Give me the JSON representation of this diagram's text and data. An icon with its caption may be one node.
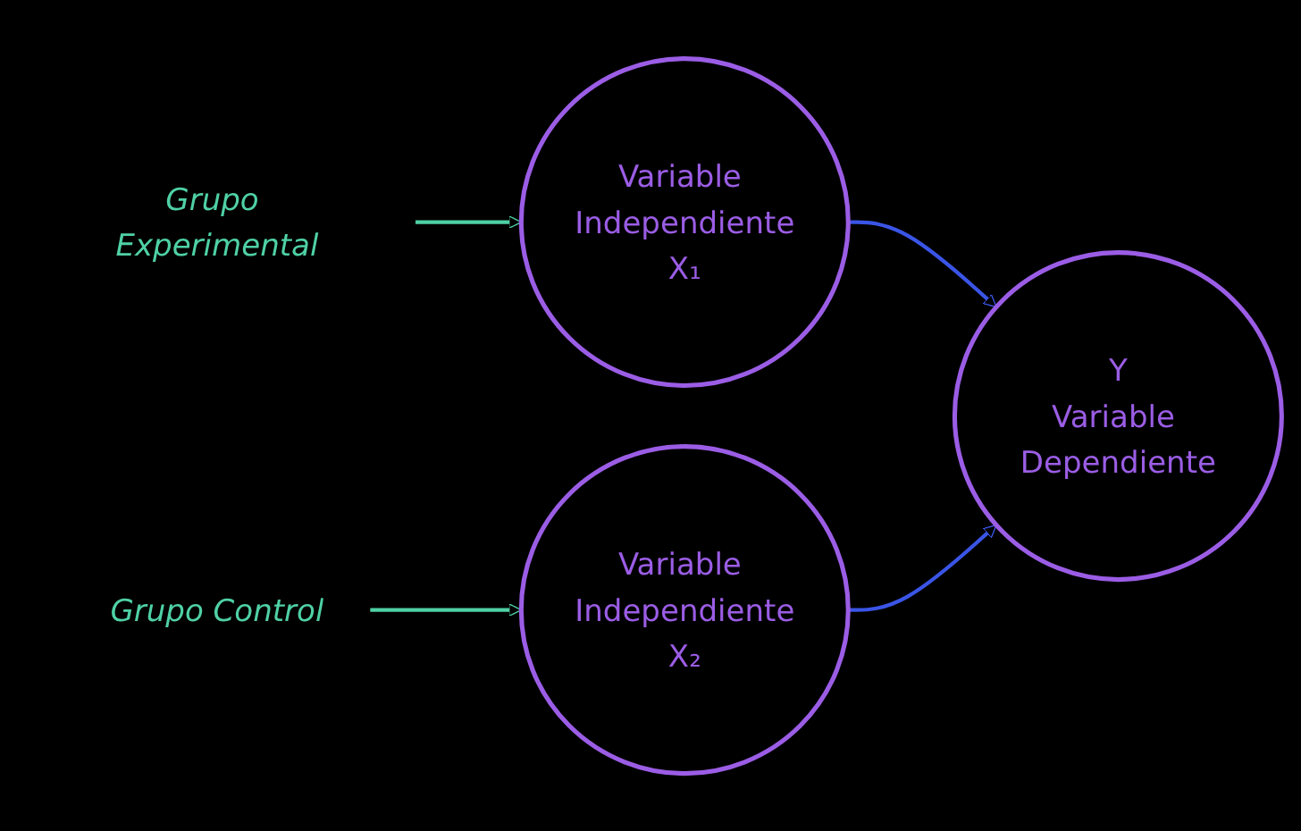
{
  "diagram": {
    "nodes": [
      {
        "text": [
          "Grupo Experimental"
        ]
      },
      {
        "text": [
          "Variable Independiente",
          "X₁"
        ]
      },
      {
        "text": [
          "Grupo Control"
        ]
      },
      {
        "text": [
          "Variable Independiente",
          "X₂"
        ]
      },
      {
        "text": [
          "Y",
          "Variable Dependiente"
        ]
      }
    ],
    "edges": [
      {
        "from": 0,
        "to": 1,
        "arrow": "to",
        "color": "#4fd1a5"
      },
      {
        "from": 1,
        "to": 4,
        "arrow": "to",
        "color": "#3a55e6"
      },
      {
        "from": 2,
        "to": 3,
        "arrow": "to",
        "color": "#4fd1a5"
      },
      {
        "from": 3,
        "to": 4,
        "arrow": "to",
        "color": "#3a55e6"
      }
    ]
  }
}
